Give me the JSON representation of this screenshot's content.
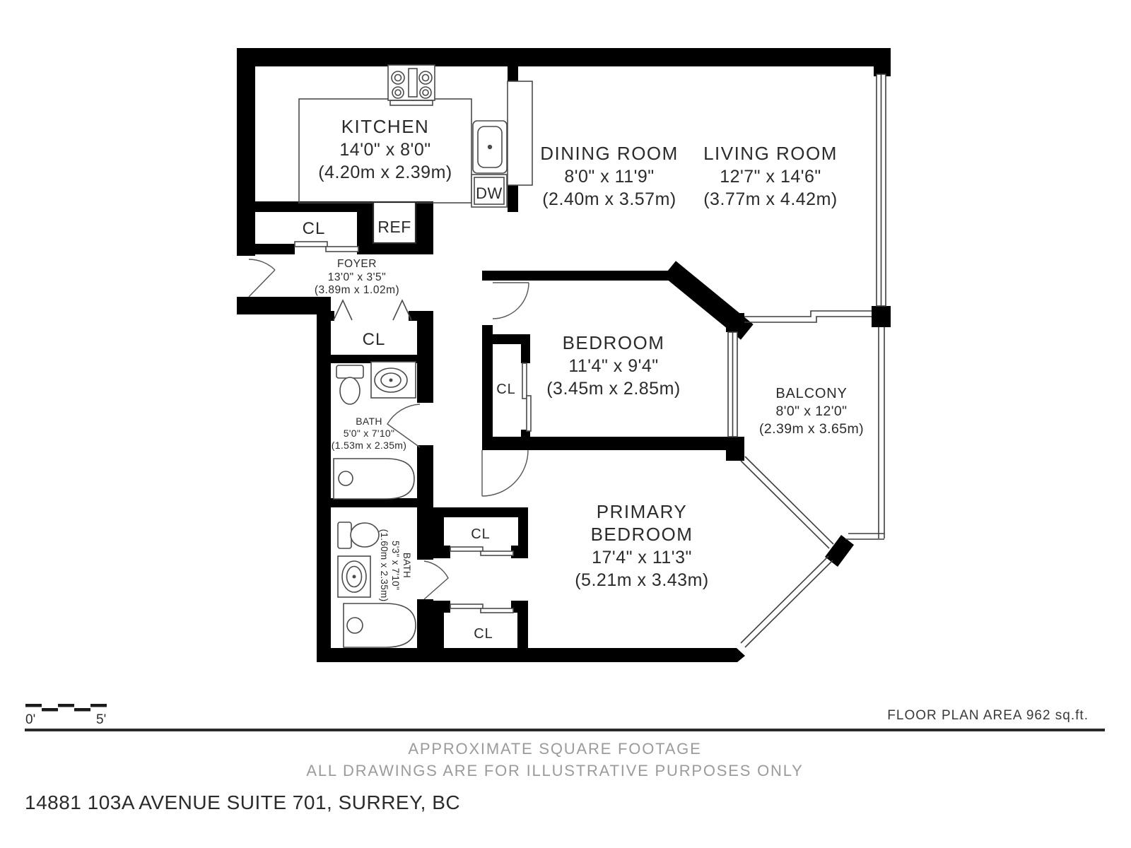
{
  "plan": {
    "rooms": {
      "kitchen": {
        "name": "KITCHEN",
        "dims": "14'0\" x 8'0\"",
        "metric": "(4.20m x 2.39m)"
      },
      "dining": {
        "name": "DINING ROOM",
        "dims": "8'0\" x 11'9\"",
        "metric": "(2.40m x 3.57m)"
      },
      "living": {
        "name": "LIVING ROOM",
        "dims": "12'7\" x 14'6\"",
        "metric": "(3.77m x 4.42m)"
      },
      "foyer": {
        "name": "FOYER",
        "dims": "13'0\" x 3'5\"",
        "metric": "(3.89m x 1.02m)"
      },
      "bedroom": {
        "name": "BEDROOM",
        "dims": "11'4\" x 9'4\"",
        "metric": "(3.45m x 2.85m)"
      },
      "balcony": {
        "name": "BALCONY",
        "dims": "8'0\" x 12'0\"",
        "metric": "(2.39m x 3.65m)"
      },
      "bath_main": {
        "name": "BATH",
        "dims": "5'0\" x 7'10\"",
        "metric": "(1.53m x 2.35m)"
      },
      "bath_ensuite": {
        "name": "BATH",
        "dims": "5'3\" x 7'10\"",
        "metric": "(1.60m x 2.35m)"
      },
      "primary": {
        "name_line1": "PRIMARY",
        "name_line2": "BEDROOM",
        "dims": "17'4\" x 11'3\"",
        "metric": "(5.21m x 3.43m)"
      }
    },
    "fixture_labels": {
      "closet": "CL",
      "refrigerator": "REF",
      "dishwasher": "DW"
    },
    "scale_bar": {
      "start_label": "0'",
      "end_label": "5'"
    },
    "area_note": "FLOOR PLAN AREA 962 sq.ft.",
    "footer": {
      "disclaimer_line1": "APPROXIMATE SQUARE FOOTAGE",
      "disclaimer_line2": "ALL DRAWINGS ARE FOR ILLUSTRATIVE PURPOSES ONLY",
      "address": "14881 103A AVENUE SUITE 701, SURREY, BC"
    },
    "colors": {
      "wall": "#000000",
      "fixture_line": "#4a4a4a",
      "text": "#2b2b2b",
      "muted_text": "#9b9b9b"
    }
  }
}
